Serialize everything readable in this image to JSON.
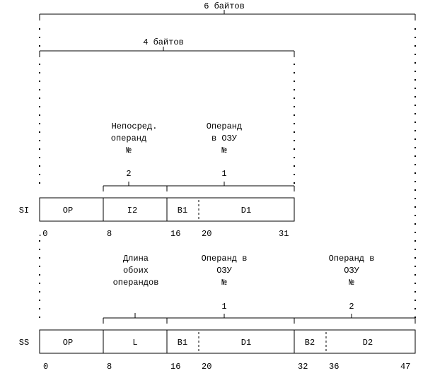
{
  "brackets": {
    "six_bytes": "6 байтов",
    "four_bytes": "4 байтов"
  },
  "si": {
    "label": "SI",
    "fields": {
      "op": "OP",
      "i2": "I2",
      "b1": "B1",
      "d1": "D1"
    },
    "positions": {
      "p0": ".0",
      "p8": "8",
      "p16": "16",
      "p20": "20",
      "p31": "31"
    },
    "desc_left": {
      "line1": "Непосред.",
      "line2": "операнд",
      "line3": "№",
      "number": "2"
    },
    "desc_right": {
      "line1": "Операнд",
      "line2": "в ОЗУ",
      "line3": "№",
      "number": "1"
    }
  },
  "ss": {
    "label": "SS",
    "fields": {
      "op": "OP",
      "l": "L",
      "b1": "B1",
      "d1": "D1",
      "b2": "B2",
      "d2": "D2"
    },
    "positions": {
      "p0": "0",
      "p8": "8",
      "p16": "16",
      "p20": "20",
      "p32": "32",
      "p36": "36",
      "p47": "47"
    },
    "desc_length": {
      "line1": "Длина",
      "line2": "обоих",
      "line3": "операндов"
    },
    "desc_op1": {
      "line1": "Операнд в",
      "line2": "ОЗУ",
      "line3": "№",
      "number": "1"
    },
    "desc_op2": {
      "line1": "Операнд в",
      "line2": "ОЗУ",
      "line3": "№",
      "number": "2"
    }
  }
}
